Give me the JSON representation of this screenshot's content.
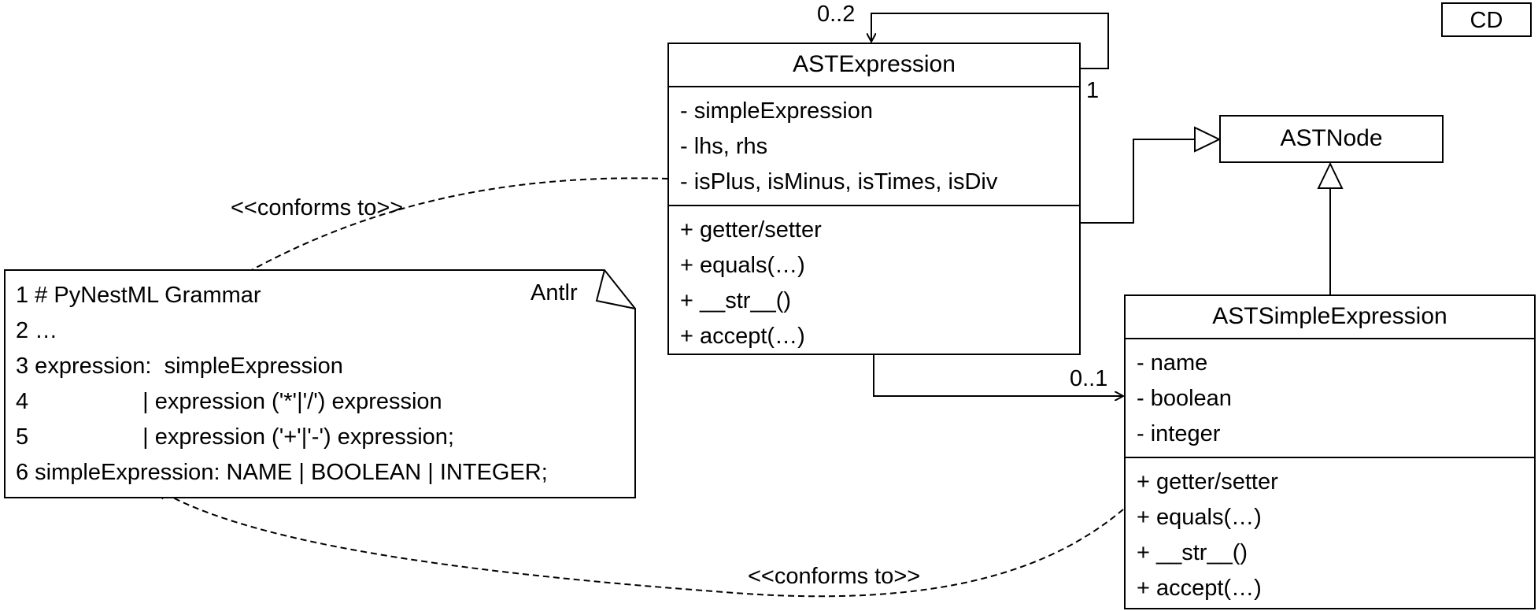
{
  "frame_tag": "CD",
  "classes": {
    "ast_expression": {
      "name": "ASTExpression",
      "attributes": [
        "- simpleExpression",
        "- lhs, rhs",
        "- isPlus, isMinus, isTimes, isDiv"
      ],
      "methods": [
        "+ getter/setter",
        "+ equals(…)",
        "+ __str__()",
        "+ accept(…)"
      ]
    },
    "ast_node": {
      "name": "ASTNode"
    },
    "ast_simple_expression": {
      "name": "ASTSimpleExpression",
      "attributes": [
        "- name",
        "- boolean",
        "- integer"
      ],
      "methods": [
        "+ getter/setter",
        "+ equals(…)",
        "+ __str__()",
        "+ accept(…)"
      ]
    }
  },
  "grammar_note": {
    "tag": "Antlr",
    "lines": [
      "1 # PyNestML Grammar",
      "2 …",
      "3 expression:  simpleExpression",
      "4                  | expression ('*'|'/') expression",
      "5                  | expression ('+'|'-') expression;",
      "6 simpleExpression: NAME | BOOLEAN | INTEGER;"
    ]
  },
  "associations": {
    "self_assoc_target_mult": "0..2",
    "self_assoc_source_mult": "1",
    "simple_assoc_mult": "0..1"
  },
  "dependencies": {
    "conforms_label_top": "<<conforms to>>",
    "conforms_label_bottom": "<<conforms to>>"
  }
}
